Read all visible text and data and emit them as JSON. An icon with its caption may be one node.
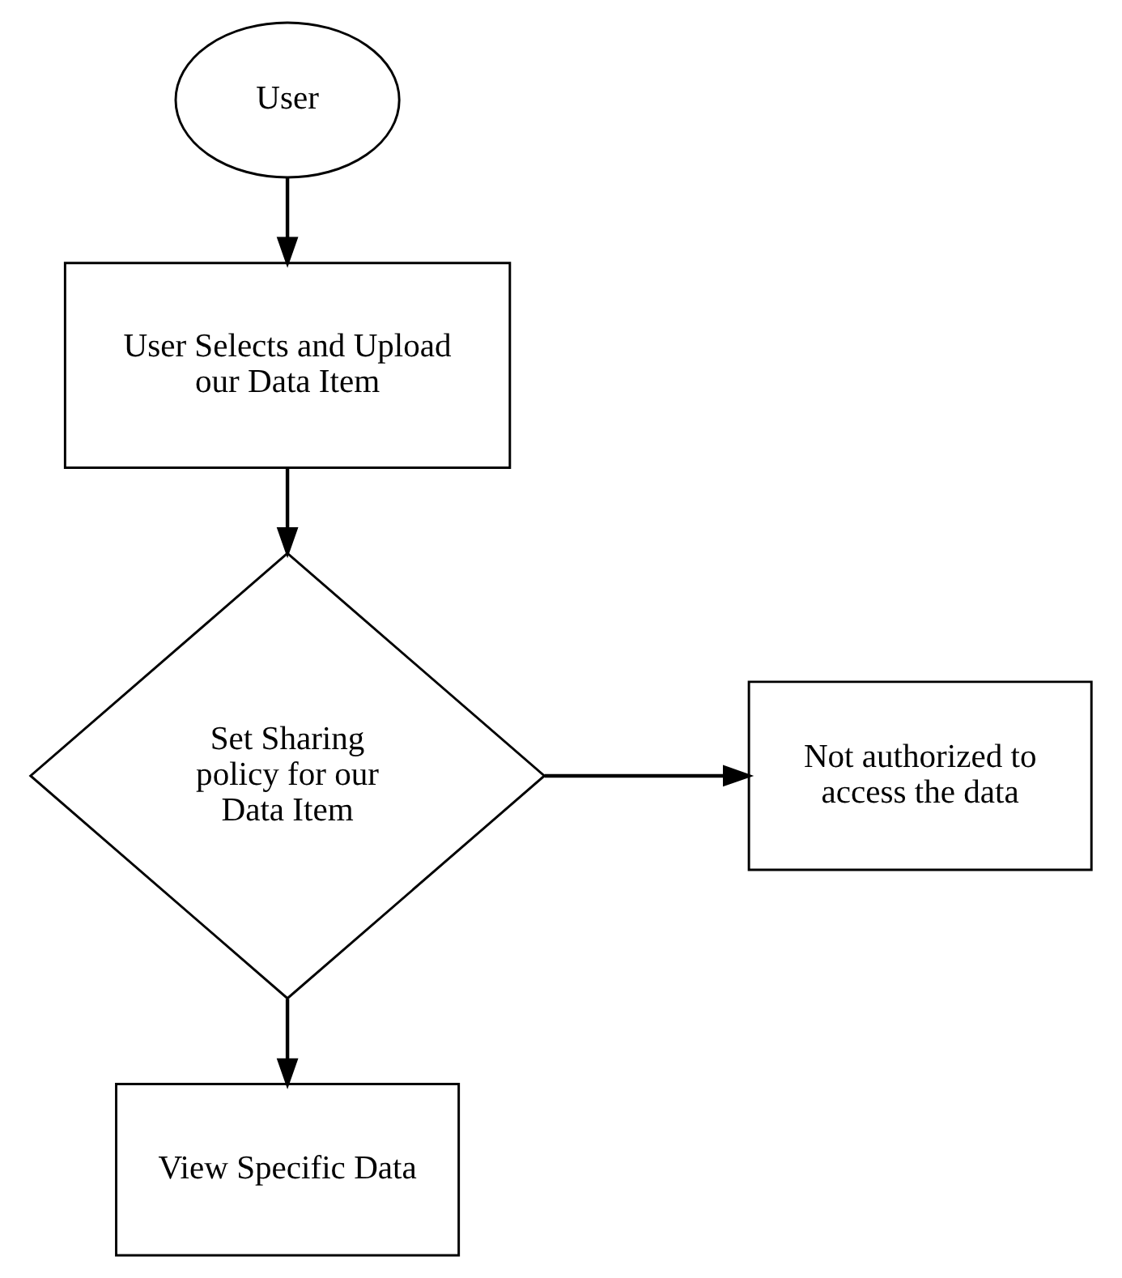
{
  "diagram": {
    "nodes": [
      {
        "text": [
          "User"
        ]
      },
      {
        "text": [
          "User Selects and Upload our Data Item"
        ]
      },
      {
        "text": [
          "Set Sharing policy for our Data Item"
        ]
      },
      {
        "text": [
          "Not authorized to access the data"
        ]
      },
      {
        "text": [
          "View Specific Data"
        ]
      }
    ],
    "edges": [
      {
        "from": 0,
        "to": 1,
        "arrow": "to"
      },
      {
        "from": 1,
        "to": 2,
        "arrow": "to"
      },
      {
        "from": 2,
        "to": 3,
        "arrow": "to"
      },
      {
        "from": 2,
        "to": 4,
        "arrow": "to"
      }
    ]
  }
}
